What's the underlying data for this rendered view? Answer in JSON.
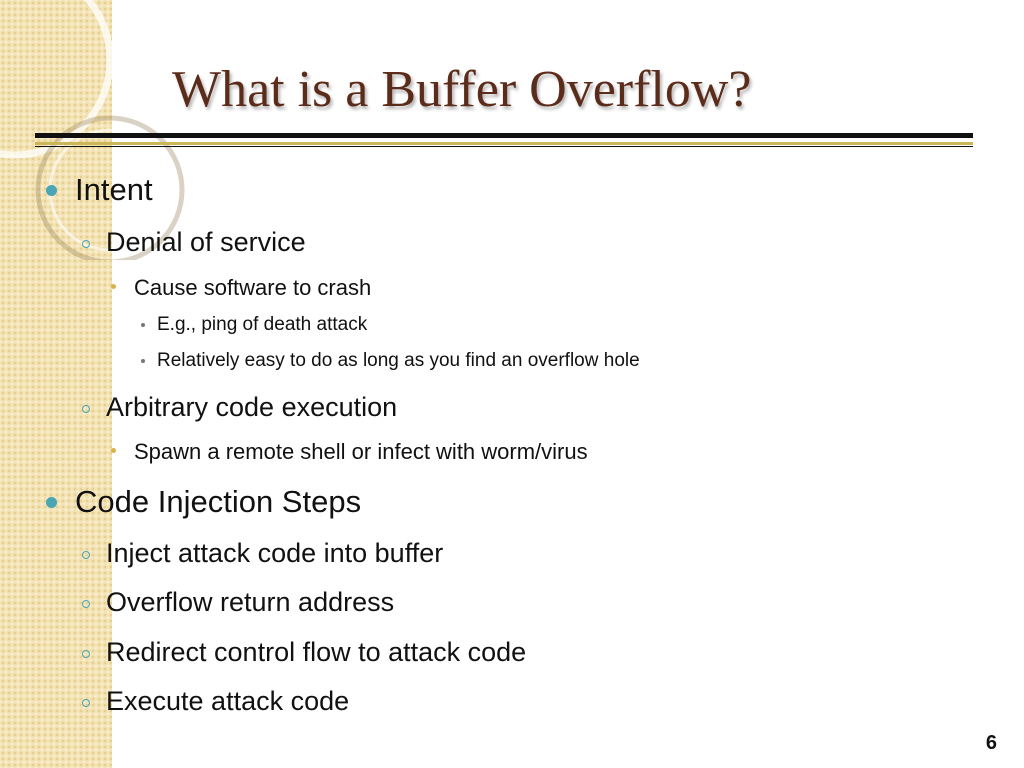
{
  "slide": {
    "title": "What is a Buffer Overflow?",
    "page_number": "6",
    "colors": {
      "title": "#5c2c1b",
      "side_band": "#f3e2b2",
      "bullet_teal": "#4aa5b4",
      "bullet_gold": "#d9b24a",
      "rule_gold": "#c9b75a"
    },
    "bullets": [
      {
        "level": 1,
        "text": "Intent"
      },
      {
        "level": 2,
        "text": "Denial of service"
      },
      {
        "level": 3,
        "text": "Cause software to crash"
      },
      {
        "level": 4,
        "text": "E.g., ping of death attack"
      },
      {
        "level": 4,
        "text": "Relatively easy to do as long as you find an overflow hole"
      },
      {
        "level": 2,
        "text": "Arbitrary code execution"
      },
      {
        "level": 3,
        "text": "Spawn a remote shell or infect with worm/virus"
      },
      {
        "level": 1,
        "text": "Code Injection Steps"
      },
      {
        "level": 2,
        "text": "Inject attack code into buffer"
      },
      {
        "level": 2,
        "text": "Overflow return address"
      },
      {
        "level": 2,
        "text": "Redirect control flow to attack code"
      },
      {
        "level": 2,
        "text": "Execute attack code"
      }
    ]
  }
}
